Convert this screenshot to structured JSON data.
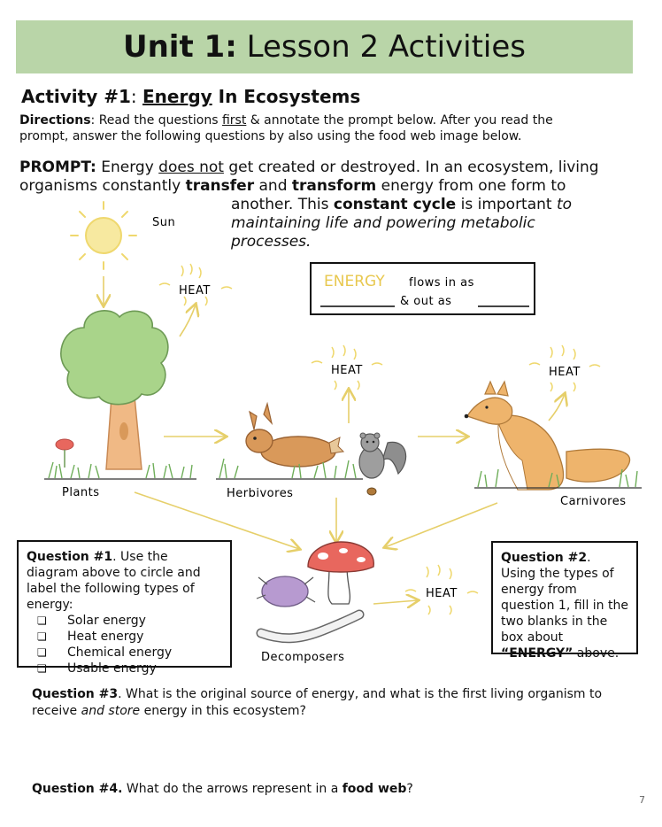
{
  "header": {
    "unit_bold": "Unit 1:",
    "unit_rest": " Lesson 2 Activities"
  },
  "activity": {
    "prefix": "Activity #1",
    "sep": ": ",
    "underlined": "Energy",
    "rest": " In Ecosystems"
  },
  "directions": {
    "label": "Directions",
    "t1": ": Read the questions ",
    "u1": "first",
    "t2": " & annotate the prompt below. After you read the prompt, answer the following questions by also using the food web image below."
  },
  "prompt": {
    "label": "PROMPT:",
    "t1": " Energy ",
    "u1": "does not",
    "t2": " get created or destroyed. In an ecosystem, living organisms constantly ",
    "b1": "transfer",
    "t3": " and ",
    "b2": "transform",
    "t4": " energy from one form to",
    "t5": "another. This ",
    "b3": "constant cycle",
    "t6": " is important ",
    "i1": "to maintaining life and powering metabolic processes."
  },
  "diagram": {
    "sun": "Sun",
    "heat": "HEAT",
    "energy_word": "ENERGY",
    "flows": "flows in as",
    "out": "& out as",
    "plants": "Plants",
    "herbivores": "Herbivores",
    "carnivores": "Carnivores",
    "decomposers": "Decomposers"
  },
  "question1": {
    "label": "Question #1",
    "text": ". Use the diagram above  to circle and label the following types of energy:",
    "items": [
      "Solar energy",
      "Heat energy",
      "Chemical energy",
      "Usable energy"
    ],
    "checkbox": "❏"
  },
  "question2": {
    "label": "Question #2",
    "t1": ". Using the types of energy from question 1, fill in the two blanks in the box about ",
    "b1": "“ENERGY”",
    "t2": " above."
  },
  "question3": {
    "label": "Question #3",
    "t1": ". What is the original source of energy, and what is the first living organism to receive ",
    "i1": "and store",
    "t2": " energy in this ecosystem?"
  },
  "question4": {
    "label": "Question #4.",
    "t1": " What do the arrows represent in a ",
    "b1": "food web",
    "t2": "?"
  },
  "page_number": "7",
  "colors": {
    "banner": "#b9d5a8",
    "sun": "#f7e9a0",
    "arrow": "#f0dc82",
    "tree": "#a9d48a",
    "trunk": "#f0b985",
    "rabbit": "#d9995a",
    "fox": "#eeb46c",
    "mushroom": "#e8675e",
    "bug": "#b79ad0"
  }
}
